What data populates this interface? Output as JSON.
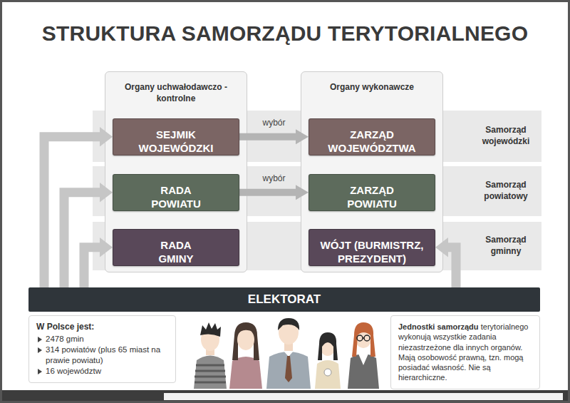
{
  "diagram": {
    "title": "STRUKTURA SAMORZĄDU TERYTORIALNEGO",
    "nodes": [
      {
        "text": [
          "Organy uchwałodawczo -kontrolne"
        ]
      },
      {
        "text": [
          "Organy wykonawcze"
        ]
      },
      {
        "text": [
          "SEJMIK WOJEWÓDZKI"
        ],
        "in": 0
      },
      {
        "text": [
          "ZARZĄD WOJEWÓDZTWA"
        ],
        "in": 1
      },
      {
        "text": [
          "Samorząd wojewódzki"
        ]
      },
      {
        "text": [
          "RADA POWIATU"
        ],
        "in": 0
      },
      {
        "text": [
          "ZARZĄD POWIATU"
        ],
        "in": 1
      },
      {
        "text": [
          "Samorząd powiatowy"
        ]
      },
      {
        "text": [
          "RADA GMINY"
        ],
        "in": 0
      },
      {
        "text": [
          "WÓJT (BURMISTRZ, PREZYDENT)"
        ],
        "in": 1
      },
      {
        "text": [
          "Samorząd gminny"
        ]
      },
      {
        "text": [
          "ELEKTORAT"
        ]
      },
      {
        "text": [
          "W Polsce jest:",
          "2478 gmin",
          "314 powiatów (plus 65 miast na prawie powiatu)",
          "16 województw"
        ]
      },
      {
        "text": [
          "Jednostki samorządu",
          "terytorialnego wykonują wszystkie zadania niezastrzeżone dla innych organów. Mają osobowość prawną, tzn. mogą posiadać własność. Nie są hierarchiczne."
        ]
      }
    ],
    "edges": [
      {
        "from": 2,
        "to": 3,
        "label": "wybór",
        "arrow": "to"
      },
      {
        "from": 5,
        "to": 6,
        "label": "wybór",
        "arrow": "to"
      },
      {
        "from": 11,
        "to": 2,
        "arrow": "to"
      },
      {
        "from": 11,
        "to": 5,
        "arrow": "to"
      },
      {
        "from": 11,
        "to": 8,
        "arrow": "to"
      },
      {
        "from": 11,
        "to": 9,
        "arrow": "to"
      }
    ]
  }
}
